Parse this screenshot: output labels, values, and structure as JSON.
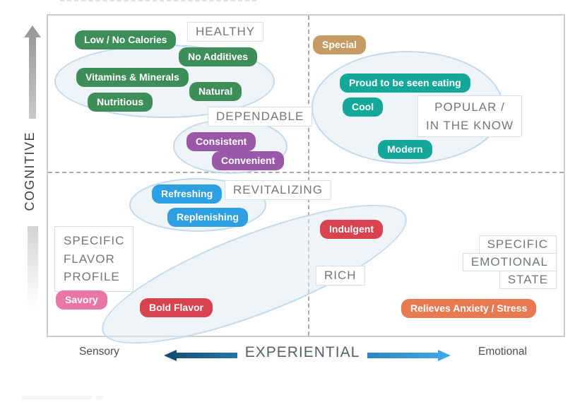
{
  "colors": {
    "green": "#3E8E5A",
    "teal": "#14A79A",
    "purple": "#9C58A8",
    "tan": "#C59A63",
    "blue": "#2E9FE0",
    "pink": "#E876A6",
    "red": "#D9424F",
    "orange": "#E77A50",
    "box_text": "#70787E",
    "box_border": "#D3E2E8",
    "ellipse_fill": "#E3EBF4",
    "ellipse_border": "#BBD6EA",
    "dash_line": "#ABABAB",
    "plot_border": "#CACFCB"
  },
  "y_axis": {
    "label": "COGNITIVE"
  },
  "x_axis": {
    "left": "Sensory",
    "center": "EXPERIENTIAL",
    "right": "Emotional"
  },
  "categories": {
    "healthy": {
      "label": "HEALTHY",
      "pills": [
        "Low / No Calories",
        "No Additives",
        "Vitamins & Minerals",
        "Natural",
        "Nutritious"
      ]
    },
    "dependable": {
      "label": "DEPENDABLE",
      "pills": [
        "Consistent",
        "Convenient"
      ]
    },
    "popular": {
      "label": [
        "POPULAR /",
        "IN THE KNOW"
      ],
      "pills": [
        "Special",
        "Proud to be seen eating",
        "Cool",
        "Modern"
      ]
    },
    "revitalizing": {
      "label": "REVITALIZING",
      "pills": [
        "Refreshing",
        "Replenishing"
      ]
    },
    "specific_flavor": {
      "label": [
        "SPECIFIC",
        "FLAVOR",
        "PROFILE"
      ],
      "pills": [
        "Savory",
        "Bold Flavor"
      ]
    },
    "rich": {
      "label": "RICH",
      "pills": [
        "Indulgent"
      ]
    },
    "specific_emotional": {
      "label": [
        "SPECIFIC",
        "EMOTIONAL",
        "STATE"
      ],
      "pills": [
        "Relieves Anxiety / Stress"
      ]
    }
  }
}
